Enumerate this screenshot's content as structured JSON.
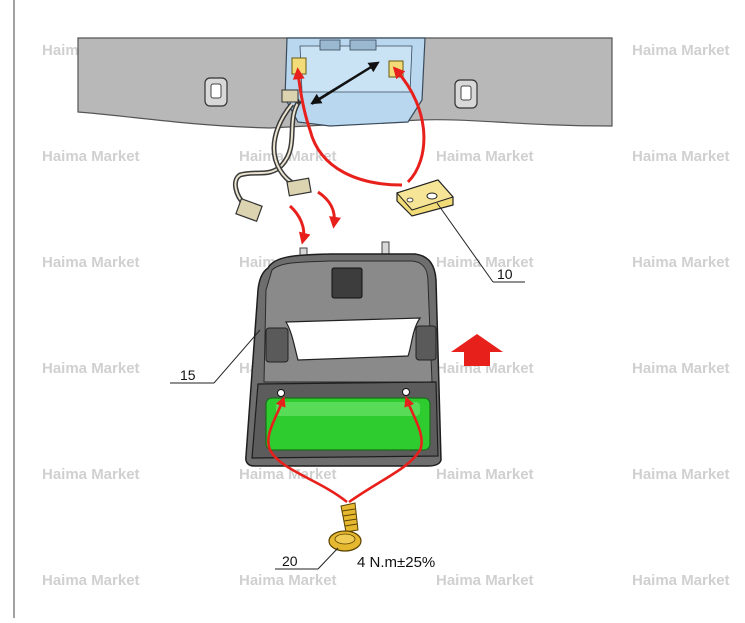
{
  "watermark": {
    "text": "Haima Market",
    "color": "#d0d0d0"
  },
  "callouts": {
    "clip": "10",
    "lamp": "15",
    "screw": "20"
  },
  "torque_spec": "4 N.m±25%",
  "colors": {
    "arrow_red": "#e8201c",
    "lens_green": "#2ecc2e",
    "housing_gray": "#6e6e6e",
    "headliner_gray": "#b8b8b8",
    "bracket_blue": "#b9d7ee",
    "clip_yellow": "#f2dc78",
    "screw_gold": "#e6b830"
  },
  "icons": [
    "install-direction-arrow",
    "screw-icon",
    "clip-icon",
    "wire-connector-icon"
  ]
}
